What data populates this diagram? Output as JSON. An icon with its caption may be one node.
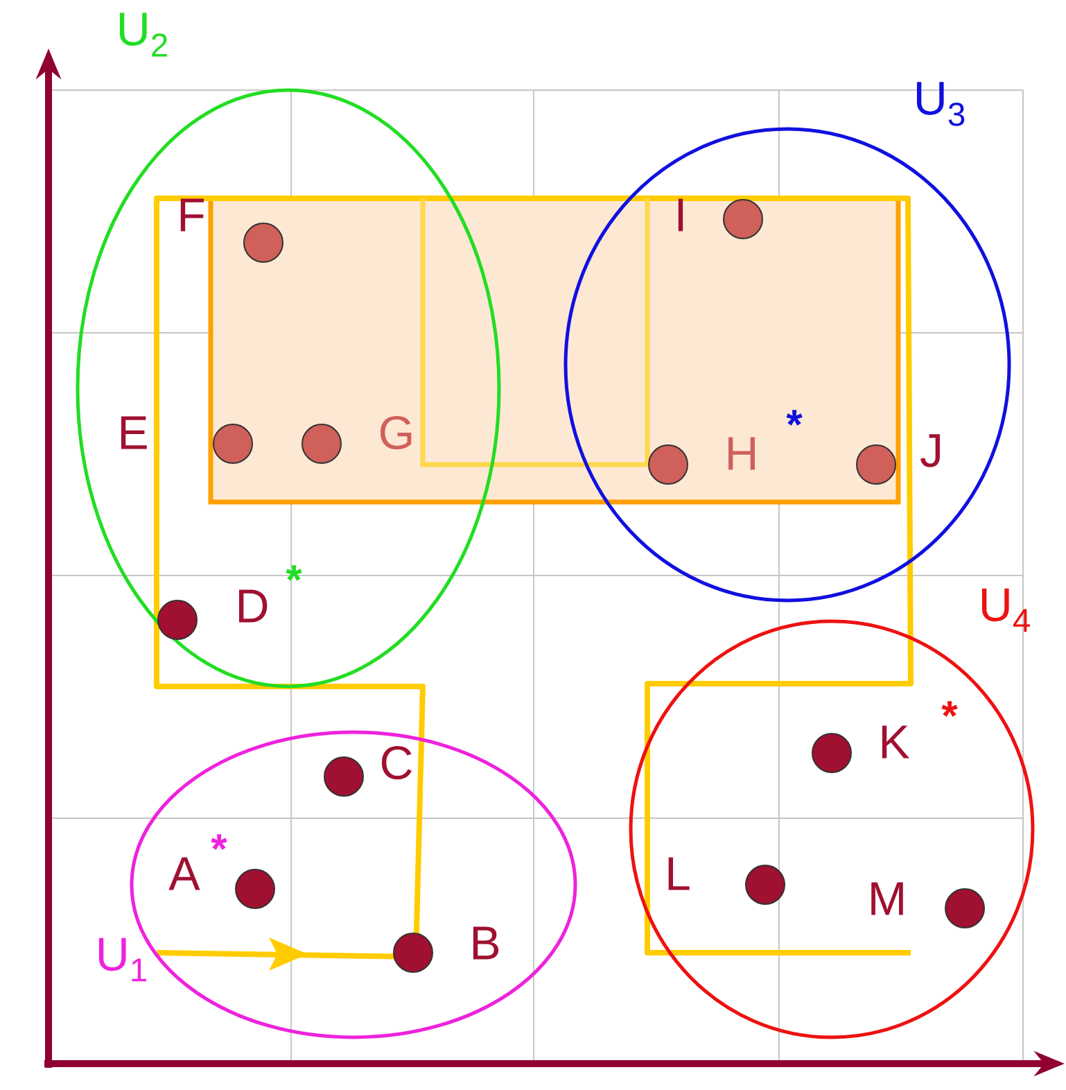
{
  "diagram": {
    "nodes": [
      {
        "text": [
          "U$_{2}$"
        ]
      },
      {
        "text": [
          "F"
        ],
        "in": 0
      },
      {
        "text": [
          "E"
        ],
        "in": 0
      },
      {
        "text": [
          "G"
        ],
        "in": 0
      },
      {
        "text": [
          "D"
        ],
        "in": 0
      },
      {
        "text": [
          "U$_{3}$"
        ]
      },
      {
        "text": [
          "I"
        ],
        "in": 5
      },
      {
        "text": [
          "H"
        ],
        "in": 5
      },
      {
        "text": [
          "J"
        ],
        "in": 5
      },
      {
        "text": [
          "U$_{4}$"
        ]
      },
      {
        "text": [
          "K"
        ],
        "in": 9
      },
      {
        "text": [
          "L"
        ],
        "in": 9
      },
      {
        "text": [
          "M"
        ],
        "in": 9
      },
      {
        "text": [
          "U$_{1}$"
        ]
      },
      {
        "text": [
          "C"
        ],
        "in": 13
      },
      {
        "text": [
          "A"
        ],
        "in": 13
      },
      {
        "text": [
          "B"
        ],
        "in": 13
      }
    ],
    "edges": [],
    "labels": [
      "*",
      "*",
      "*",
      "*"
    ]
  }
}
